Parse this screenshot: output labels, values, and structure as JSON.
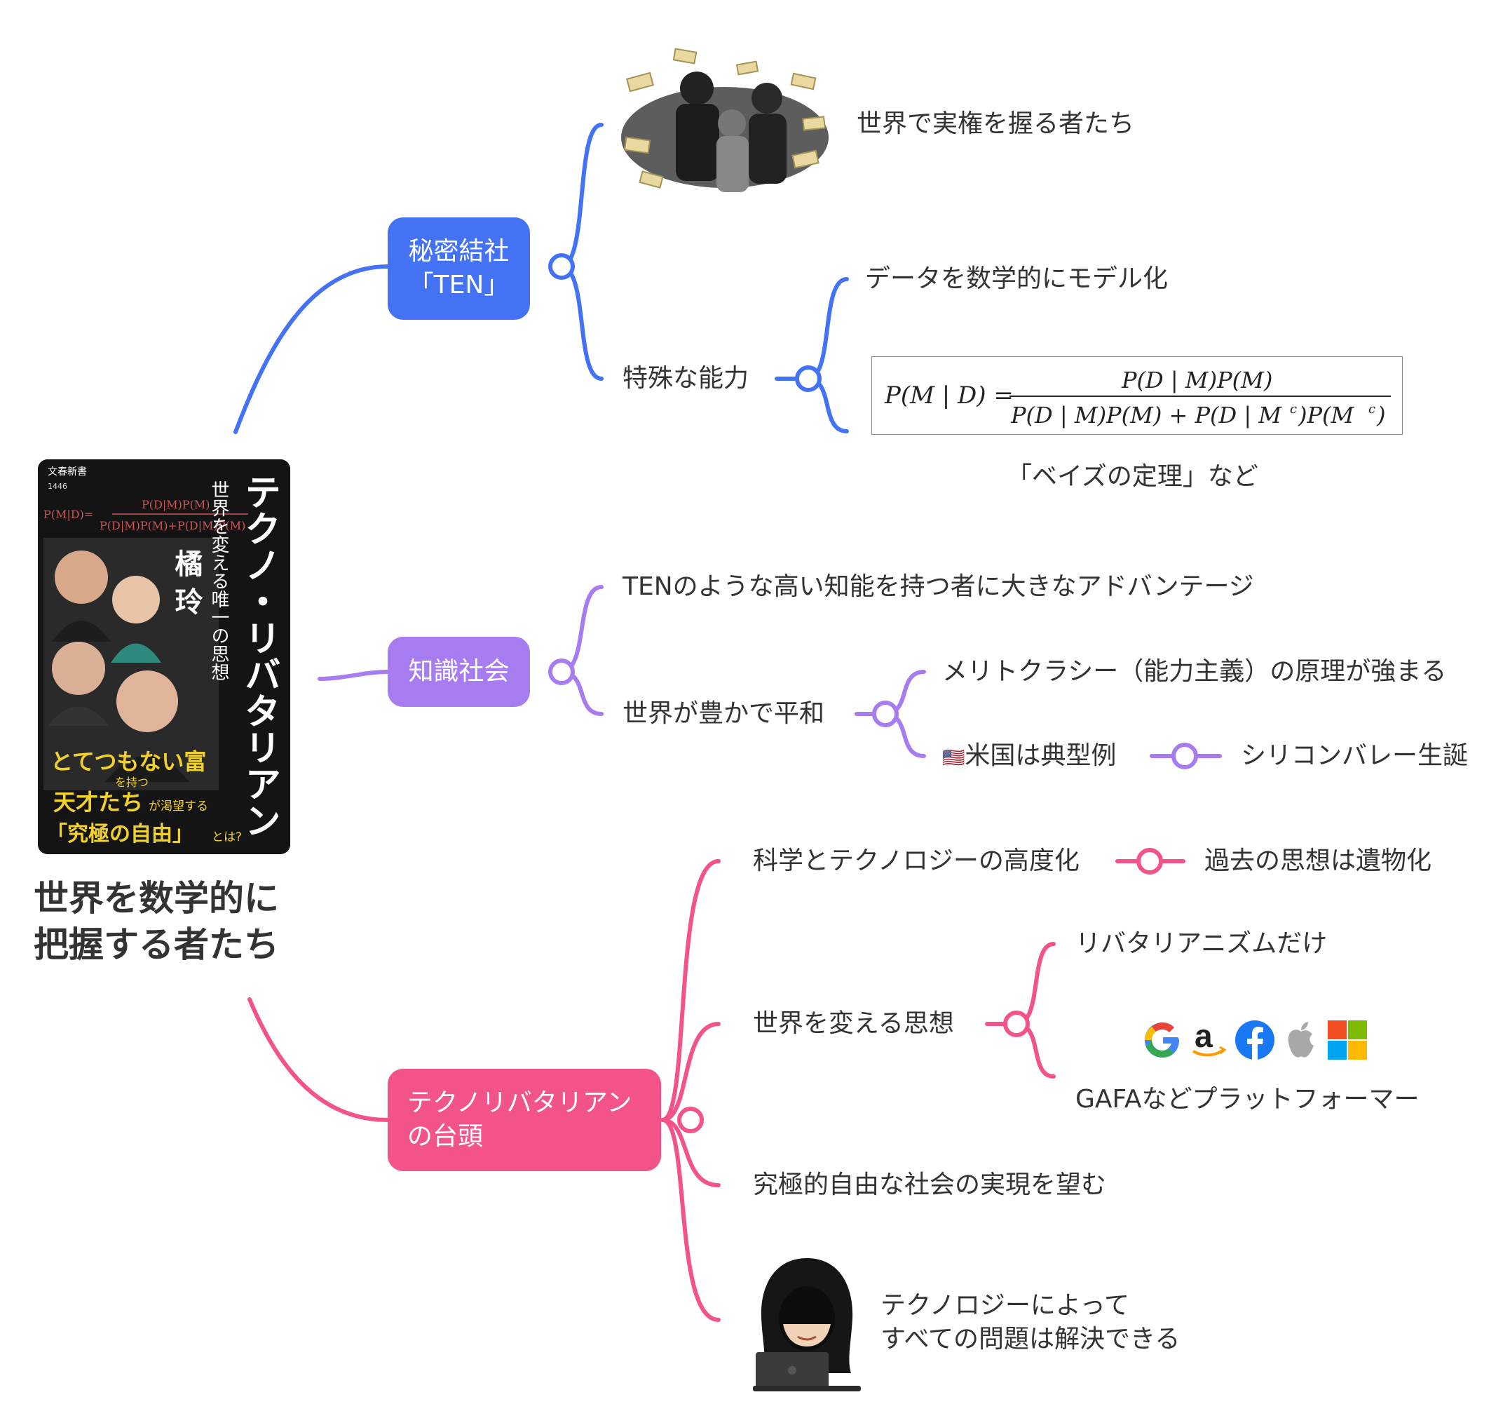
{
  "center": {
    "title_line1": "世界を数学的に",
    "title_line2": "把握する者たち",
    "book": {
      "publisher": "文春新書",
      "number": "1446",
      "formula_top": "P(D|M)P(M)",
      "formula_left": "P(M|D)=",
      "formula_bottom": "P(D|M)P(M)+P(D|M)P(M)",
      "title": "テクノ・リバタリアン",
      "subtitle": "世界を変える唯一の思想",
      "author": "橘 玲",
      "band1": "とてつもない富",
      "band1_small": "を持つ",
      "band2": "天才たち",
      "band2_small": "が渇望する",
      "band3": "「究極の自由」",
      "band3_small": "とは?"
    }
  },
  "branches": {
    "secret": {
      "label_line1": "秘密結社",
      "label_line2": "「TEN」",
      "color": "#4372f5",
      "item_power": "世界で実権を握る者たち",
      "ability": "特殊な能力",
      "ability_model": "データを数学的にモデル化",
      "bayes_caption": "「ベイズの定理」など"
    },
    "knowledge": {
      "label": "知識社会",
      "color": "#a77cf0",
      "advantage": "TENのような高い知能を持つ者に大きなアドバンテージ",
      "peace": "世界が豊かで平和",
      "meritocracy": "メリトクラシー（能力主義）の原理が強まる",
      "us_flag": "🇺🇸",
      "us_example": "米国は典型例",
      "silicon_valley": "シリコンバレー生誕"
    },
    "techno": {
      "label_line1": "テクノリバタリアン",
      "label_line2": "の台頭",
      "color": "#f25388",
      "science": "科学とテクノロジーの高度化",
      "relic": "過去の思想は遺物化",
      "change": "世界を変える思想",
      "libertarianism": "リバタリアニズムだけ",
      "gafa": "GAFAなどプラットフォーマー",
      "ultimate_freedom": "究極的自由な社会の実現を望む",
      "solve_line1": "テクノロジーによって",
      "solve_line2": "すべての問題は解決できる"
    }
  },
  "icons": [
    "rich-people-illustration",
    "hacker-illustration",
    "google-icon",
    "amazon-icon",
    "facebook-icon",
    "apple-icon",
    "microsoft-icon"
  ]
}
